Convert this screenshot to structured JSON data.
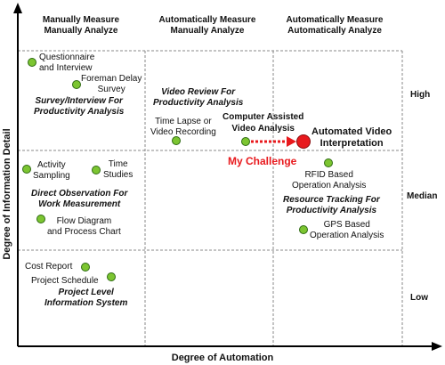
{
  "columns": [
    {
      "line1": "Manually Measure",
      "line2": "Manually Analyze"
    },
    {
      "line1": "Automatically Measure",
      "line2": "Manually Analyze"
    },
    {
      "line1": "Automatically Measure",
      "line2": "Automatically Analyze"
    }
  ],
  "rows": [
    "High",
    "Median",
    "Low"
  ],
  "axes": {
    "x_label": "Degree of Automation",
    "y_label": "Degree of Information Detail"
  },
  "items": {
    "questionnaire": {
      "line1": "Questionnaire",
      "line2": "and Interview"
    },
    "foreman": {
      "line1": "Foreman Delay",
      "line2": "Survey"
    },
    "timelapse": {
      "line1": "Time Lapse or",
      "line2": "Video Recording"
    },
    "cava": {
      "line1": "Computer Assisted",
      "line2": "Video Analysis"
    },
    "activity": {
      "line1": "Activity",
      "line2": "Sampling"
    },
    "timestudies": {
      "line1": "Time",
      "line2": "Studies"
    },
    "flow": {
      "line1": "Flow Diagram",
      "line2": "and Process Chart"
    },
    "rfid": {
      "line1": "RFID Based",
      "line2": "Operation Analysis"
    },
    "gps": {
      "line1": "GPS Based",
      "line2": "Operation Analysis"
    },
    "cost": {
      "line1": "Cost Report"
    },
    "schedule": {
      "line1": "Project Schedule"
    }
  },
  "categories": {
    "survey": {
      "line1": "Survey/Interview For",
      "line2": "Productivity Analysis"
    },
    "video": {
      "line1": "Video Review For",
      "line2": "Productivity Analysis"
    },
    "direct": {
      "line1": "Direct Observation For",
      "line2": "Work Measurement"
    },
    "resource": {
      "line1": "Resource Tracking For",
      "line2": "Productivity Analysis"
    },
    "pli": {
      "line1": "Project Level",
      "line2": "Information System"
    }
  },
  "highlight": {
    "avi_line1": "Automated Video",
    "avi_line2": "Interpretation",
    "challenge": "My Challenge"
  },
  "colors": {
    "dot": "#7cc531",
    "highlight": "#e8191d",
    "grid": "#888888"
  }
}
